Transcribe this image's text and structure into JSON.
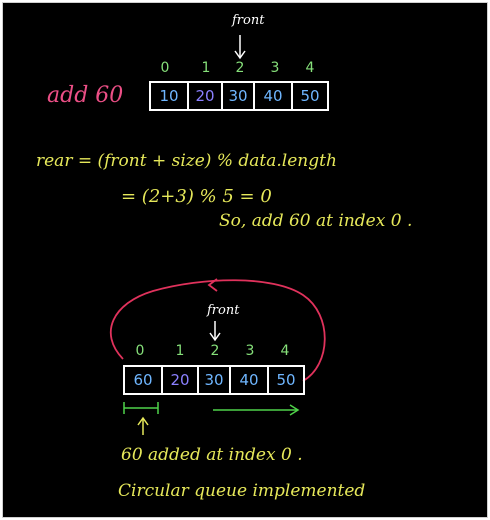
{
  "colors": {
    "background": "#000000",
    "text_formula": "#e6e85a",
    "add_label": "#ec4f86",
    "index_numbers": "#86e07a",
    "cell_blue": "#6fb6ff",
    "cell_purple": "#8b80ff",
    "arrow_red": "#e0325c",
    "arrow_green": "#4fd24a"
  },
  "top": {
    "front_label": "front",
    "add_label": "add 60",
    "indices": [
      "0",
      "1",
      "2",
      "3",
      "4"
    ],
    "cells": [
      "10",
      "20",
      "30",
      "40",
      "50"
    ]
  },
  "formula": {
    "line1": "rear = (front + size) % data.length",
    "line2": "= (2+3) % 5 = 0",
    "line3": "So, add 60 at index 0 ."
  },
  "bottom": {
    "front_label": "front",
    "indices": [
      "0",
      "1",
      "2",
      "3",
      "4"
    ],
    "cells": [
      "60",
      "20",
      "30",
      "40",
      "50"
    ]
  },
  "notes": {
    "line1": "60 added at index 0 .",
    "line2": "Circular queue implemented"
  }
}
